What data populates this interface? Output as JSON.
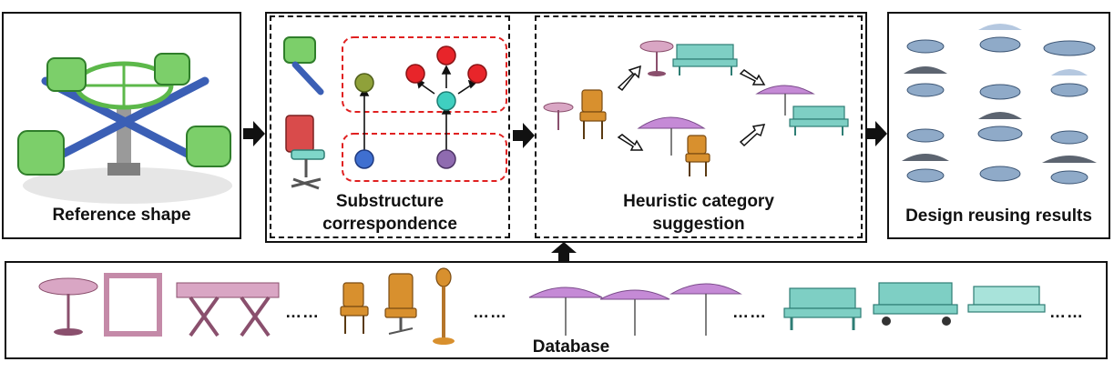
{
  "panels": {
    "reference": {
      "label": "Reference shape"
    },
    "substructure": {
      "label": "Substructure\ncorrespondence"
    },
    "heuristic": {
      "label": "Heuristic category\nsuggestion"
    },
    "results": {
      "label": "Design reusing results"
    },
    "database": {
      "label": "Database"
    }
  },
  "ellipsis": "……",
  "colors": {
    "red_node": "#e8252a",
    "green_node": "#8fa13a",
    "blue_node": "#3f6fd0",
    "purple_node": "#8f6bb0",
    "teal_node": "#3fcfc0",
    "dashed_group": "#e02020",
    "pink_object": "#d9a6c4",
    "teal_object": "#7ecfc4",
    "orange_object": "#d8902e",
    "umbrella": "#c58ad6",
    "blue_gray_object": "#8faac8",
    "green_object": "#5cb84a"
  }
}
